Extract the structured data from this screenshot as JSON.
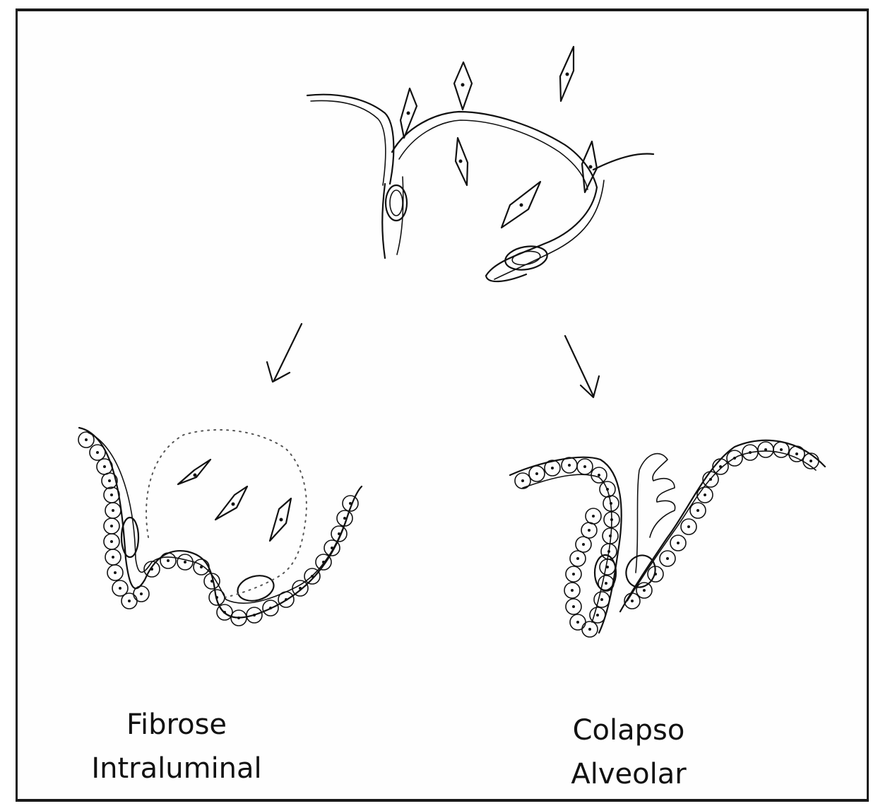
{
  "captions": {
    "left": {
      "line1": "Fibrose",
      "line2": "Intraluminal"
    },
    "right": {
      "line1": "Colapso",
      "line2": "Alveolar"
    }
  },
  "colors": {
    "ink": "#111111",
    "paper": "#fefefe",
    "border": "#1a1a1a"
  }
}
